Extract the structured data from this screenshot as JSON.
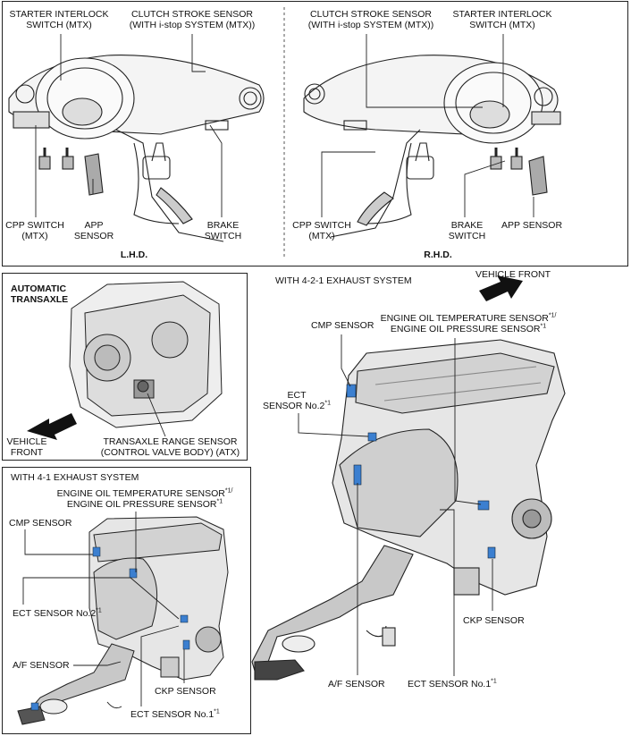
{
  "top_panel": {
    "lhd": {
      "starter_interlock": [
        "STARTER INTERLOCK",
        "SWITCH (MTX)"
      ],
      "clutch_stroke": [
        "CLUTCH STROKE SENSOR",
        "(WITH i-stop SYSTEM (MTX))"
      ],
      "cpp_switch": [
        "CPP SWITCH",
        "(MTX)"
      ],
      "app_sensor": [
        "APP",
        "SENSOR"
      ],
      "brake_switch": [
        "BRAKE",
        "SWITCH"
      ],
      "caption": "L.H.D."
    },
    "rhd": {
      "clutch_stroke": [
        "CLUTCH STROKE SENSOR",
        "(WITH i-stop SYSTEM (MTX))"
      ],
      "starter_interlock": [
        "STARTER INTERLOCK",
        "SWITCH (MTX)"
      ],
      "cpp_switch": [
        "CPP SWITCH",
        "(MTX)"
      ],
      "brake_switch": [
        "BRAKE",
        "SWITCH"
      ],
      "app_sensor": "APP SENSOR",
      "caption": "R.H.D."
    }
  },
  "at_panel": {
    "title": [
      "AUTOMATIC",
      "TRANSAXLE"
    ],
    "vehicle_front": [
      "VEHICLE",
      "FRONT"
    ],
    "range_sensor": [
      "TRANSAXLE RANGE SENSOR",
      "(CONTROL VALVE BODY) (ATX)"
    ]
  },
  "panel_421": {
    "title": "WITH 4-2-1 EXHAUST SYSTEM",
    "vehicle_front": "VEHICLE FRONT",
    "cmp_sensor": "CMP SENSOR",
    "oil_sensor": [
      "ENGINE OIL TEMPERATURE SENSOR",
      "*1/",
      "ENGINE OIL PRESSURE SENSOR",
      "*1"
    ],
    "ect2": [
      "ECT",
      "SENSOR No.2",
      "*1"
    ],
    "ckp_sensor": "CKP SENSOR",
    "af_sensor": "A/F SENSOR",
    "ect1": [
      "ECT SENSOR No.1",
      "*1"
    ]
  },
  "panel_41": {
    "title": "WITH 4-1 EXHAUST SYSTEM",
    "oil_sensor": [
      "ENGINE OIL TEMPERATURE SENSOR",
      "*1/",
      "ENGINE OIL PRESSURE SENSOR",
      "*1"
    ],
    "cmp_sensor": "CMP SENSOR",
    "ect2": [
      "ECT SENSOR No.2",
      "*1"
    ],
    "af_sensor": "A/F SENSOR",
    "ckp_sensor": "CKP SENSOR",
    "ect1": [
      "ECT SENSOR No.1",
      "*1"
    ]
  }
}
